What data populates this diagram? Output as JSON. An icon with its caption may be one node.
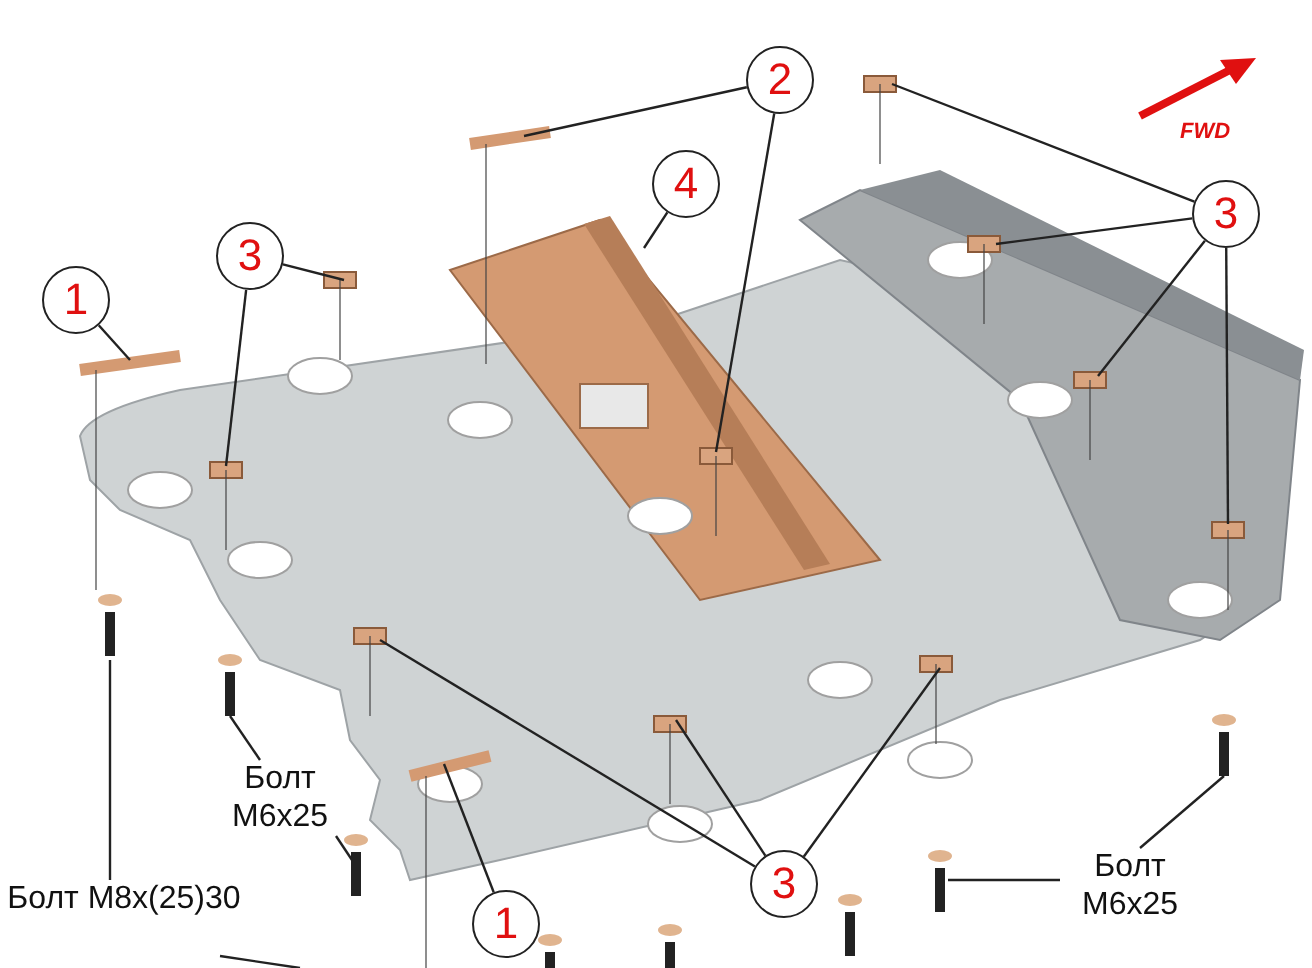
{
  "diagram": {
    "nodes": [
      {
        "text": [
          "1"
        ]
      },
      {
        "text": [
          "2"
        ]
      },
      {
        "text": [
          "3"
        ]
      },
      {
        "text": [
          "4"
        ]
      },
      {
        "text": [
          "3"
        ]
      },
      {
        "text": [
          "1"
        ]
      },
      {
        "text": [
          "3"
        ]
      },
      {
        "text": [
          "Болт M6x25"
        ]
      },
      {
        "text": [
          "Болт M8x(25)30"
        ]
      },
      {
        "text": [
          "Болт M6x25"
        ]
      }
    ],
    "edges": [
      {
        "from": 0,
        "to": null,
        "arrow": "none"
      },
      {
        "from": 1,
        "to": null,
        "arrow": "none"
      },
      {
        "from": 1,
        "to": null,
        "arrow": "none"
      },
      {
        "from": 2,
        "to": null,
        "arrow": "none"
      },
      {
        "from": 2,
        "to": null,
        "arrow": "none"
      },
      {
        "from": 3,
        "to": null,
        "arrow": "none"
      },
      {
        "from": 4,
        "to": null,
        "arrow": "none"
      },
      {
        "from": 4,
        "to": null,
        "arrow": "none"
      },
      {
        "from": 4,
        "to": null,
        "arrow": "none"
      },
      {
        "from": 4,
        "to": null,
        "arrow": "none"
      },
      {
        "from": 5,
        "to": null,
        "arrow": "none"
      },
      {
        "from": 6,
        "to": null,
        "arrow": "none"
      },
      {
        "from": 6,
        "to": null,
        "arrow": "none"
      },
      {
        "from": 6,
        "to": null,
        "arrow": "none"
      },
      {
        "from": 7,
        "to": null,
        "arrow": "none"
      },
      {
        "from": 7,
        "to": null,
        "arrow": "none"
      },
      {
        "from": 8,
        "to": null,
        "arrow": "none"
      },
      {
        "from": 8,
        "to": null,
        "arrow": "none"
      },
      {
        "from": 9,
        "to": null,
        "arrow": "none"
      },
      {
        "from": 9,
        "to": null,
        "arrow": "none"
      }
    ],
    "labels": [
      "FWD"
    ]
  }
}
